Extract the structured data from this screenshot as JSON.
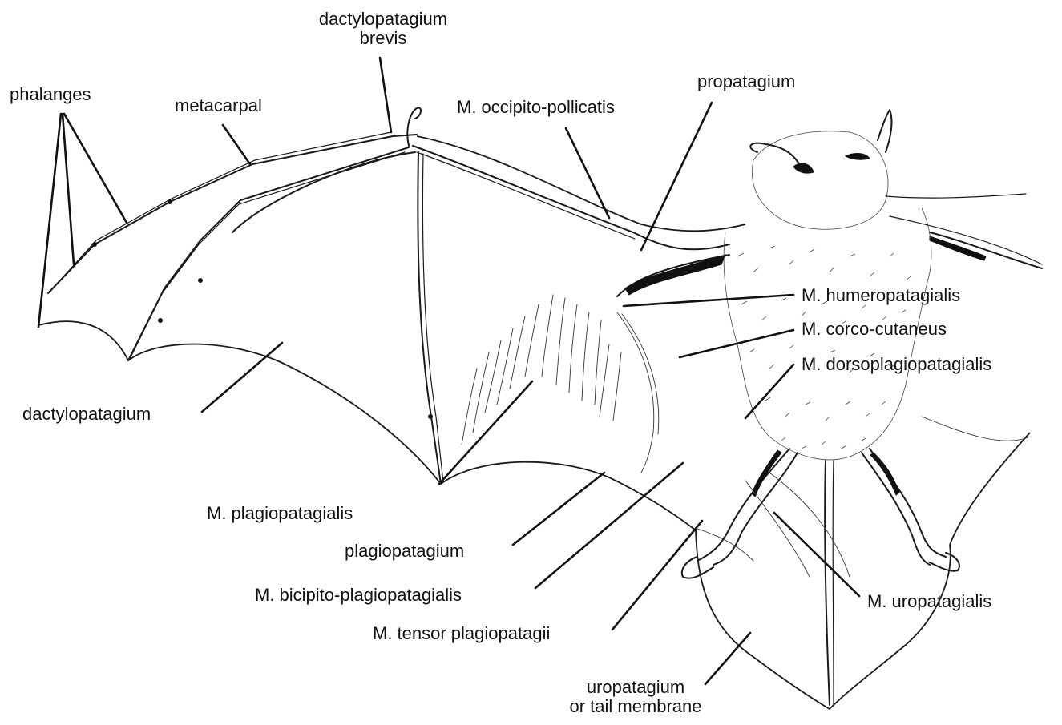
{
  "labels": {
    "phalanges": "phalanges",
    "metacarpal": "metacarpal",
    "dactylopatagium_brevis_line1": "dactylopatagium",
    "dactylopatagium_brevis_line2": "brevis",
    "occipito_pollicatis": "M. occipito-pollicatis",
    "propatagium": "propatagium",
    "humeropatagialis": "M. humeropatagialis",
    "corco_cutaneus": "M. corco-cutaneus",
    "dorsoplagiopatagialis": "M. dorsoplagiopatagialis",
    "dactylopatagium": "dactylopatagium",
    "plagiopatagialis": "M. plagiopatagialis",
    "plagiopatagium": "plagiopatagium",
    "bicipito_plagiopatagialis": "M. bicipito-plagiopatagialis",
    "tensor_plagiopatagii": "M. tensor plagiopatagii",
    "uropatagialis": "M. uropatagialis",
    "uropatagium_line1": "uropatagium",
    "uropatagium_line2": "or tail membrane"
  },
  "colors": {
    "ink": "#111111",
    "background": "#ffffff"
  }
}
